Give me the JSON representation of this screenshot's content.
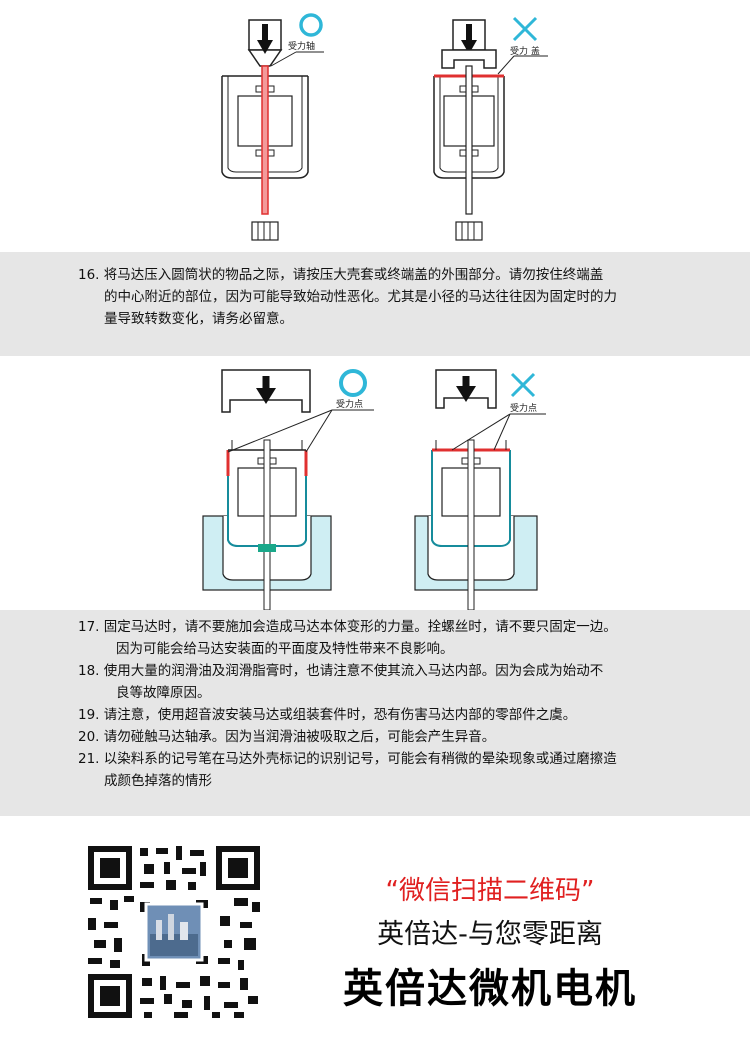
{
  "diagram1": {
    "good_label": "受力轴",
    "bad_label": "受力 盖"
  },
  "note16": {
    "lines": [
      "16. 将马达压入圆筒状的物品之际，请按压大壳套或终端盖的外围部分。请勿按住终端盖",
      "的中心附近的部位，因为可能导致始动性恶化。尤其是小径的马达往往因为固定时的力",
      "量导致转数变化，请务必留意。"
    ]
  },
  "diagram2": {
    "good_label": "受力点",
    "bad_label": "受力点"
  },
  "notes": {
    "n17a": "17.  固定马达时，请不要施加会造成马达本体变形的力量。拴螺丝时，请不要只固定一边。",
    "n17b": "因为可能会给马达安装面的平面度及特性带来不良影响。",
    "n18a": "18.  使用大量的润滑油及润滑脂膏时，也请注意不使其流入马达内部。因为会成为始动不",
    "n18b": "良等故障原因。",
    "n19": "19.  请注意，使用超音波安装马达或组装套件时，恐有伤害马达内部的零部件之虞。",
    "n20": "20.  请勿碰触马达轴承。因为当润滑油被吸取之后，可能会产生异音。",
    "n21a": "21.  以染料系的记号笔在马达外壳标记的识别记号，可能会有稍微的晕染现象或通过磨擦造",
    "n21b": "成颜色掉落的情形"
  },
  "footer": {
    "line1": "“微信扫描二维码”",
    "line2": "英倍达-与您零距离",
    "line3": "英倍达微机电机"
  },
  "colors": {
    "good": "#2fb7d8",
    "bad": "#2fb7d8",
    "force": "#e03030",
    "water": "#cfeef3",
    "outline": "#222222",
    "footer_red": "#e02020"
  }
}
